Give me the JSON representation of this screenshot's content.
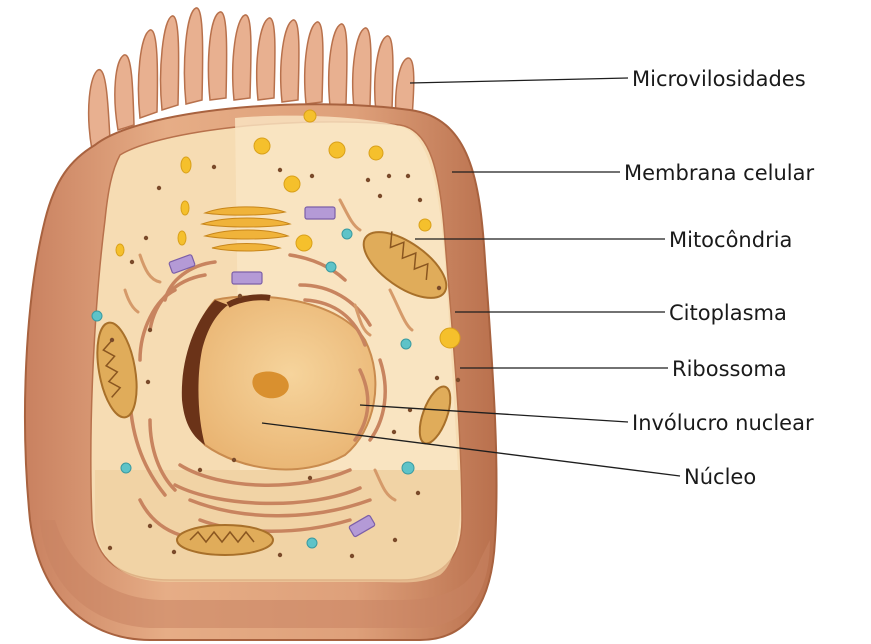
{
  "labels": {
    "microvilli": "Microvilosidades",
    "membrane": "Membrana celular",
    "mitochondria": "Mitocôndria",
    "cytoplasm": "Citoplasma",
    "ribosome": "Ribossoma",
    "nuclear_envelope": "Invólucro nuclear",
    "nucleus": "Núcleo"
  },
  "colors": {
    "membrane": "#d99a72",
    "membrane_shadow": "#b8714c",
    "cytoplasm": "#f6dcb3",
    "cytoplasm_light": "#fae8c9",
    "nucleus": "#f1c68b",
    "nucleolus": "#d9902f",
    "nuclear_envelope": "#6b3318",
    "er": "#c8845f",
    "mitochondria": "#e0ac5a",
    "vesicle": "#f5c02c",
    "teal_vesicle": "#5ec3c8",
    "golgi_purple": "#a58ac8",
    "ribosome": "#7a4a2a"
  }
}
